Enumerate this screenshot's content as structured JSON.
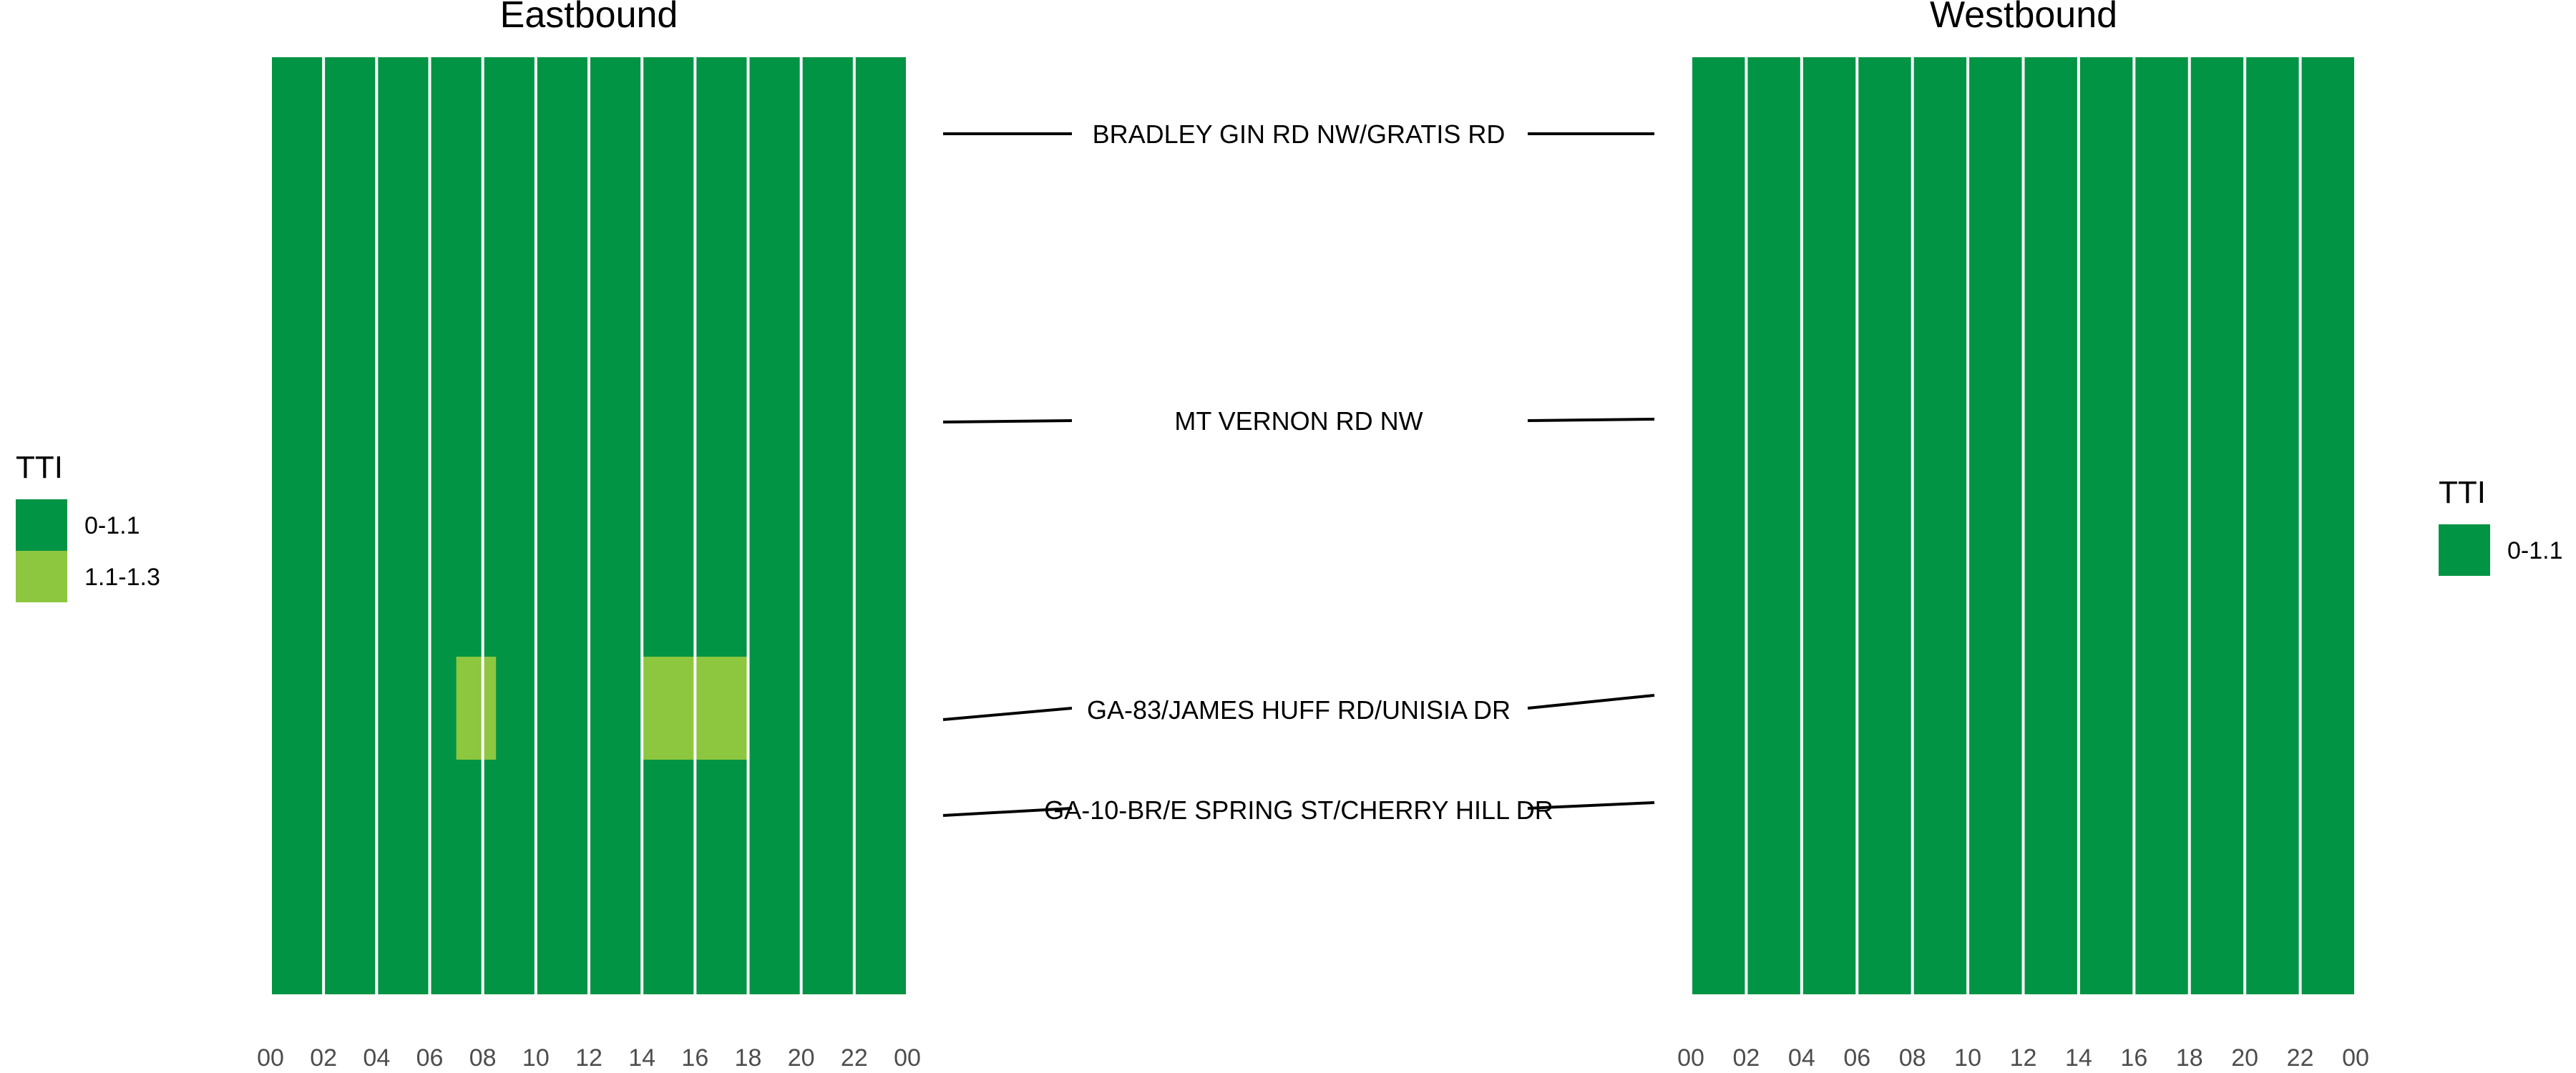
{
  "chart_data": {
    "type": "heatmap",
    "x_ticks": [
      "00",
      "02",
      "04",
      "06",
      "08",
      "10",
      "12",
      "14",
      "16",
      "18",
      "20",
      "22",
      "00"
    ],
    "x_range_hours": [
      0,
      24
    ],
    "legend_title": "TTI",
    "colors": {
      "0-1.1": "#009444",
      "1.1-1.3": "#8dc63f"
    },
    "roads": [
      "BRADLEY GIN RD NW/GRATIS RD",
      "MT VERNON RD NW",
      "GA-83/JAMES HUFF RD/UNISIA DR",
      "GA-10-BR/E SPRING ST/CHERRY HILL DR"
    ],
    "panels": [
      {
        "title": "Eastbound",
        "base_category": "0-1.1",
        "legend": [
          "0-1.1",
          "1.1-1.3"
        ],
        "highlights": [
          {
            "category": "1.1-1.3",
            "start_hour": 7,
            "end_hour": 8.5,
            "road": "GA-83/JAMES HUFF RD/UNISIA DR"
          },
          {
            "category": "1.1-1.3",
            "start_hour": 14,
            "end_hour": 18,
            "road": "GA-83/JAMES HUFF RD/UNISIA DR"
          }
        ]
      },
      {
        "title": "Westbound",
        "base_category": "0-1.1",
        "legend": [
          "0-1.1"
        ],
        "highlights": []
      }
    ]
  }
}
